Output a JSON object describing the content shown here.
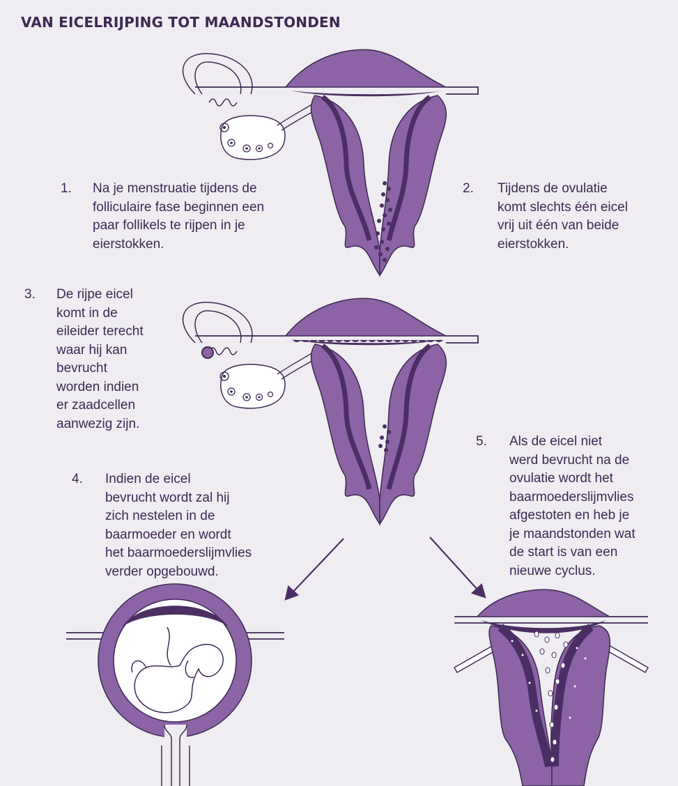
{
  "title": "VAN EICELRIJPING TOT MAANDSTONDEN",
  "colors": {
    "background": "#efedf1",
    "uterus_wall": "#8c64a6",
    "lining": "#4b2e63",
    "outline": "#3d2852",
    "text": "#3d2852"
  },
  "steps": [
    {
      "number": "1.",
      "lines": [
        "Na je menstruatie tijdens de",
        "folliculaire fase beginnen een",
        "paar follikels te rijpen in je",
        "eierstokken."
      ]
    },
    {
      "number": "2.",
      "lines": [
        "Tijdens de ovulatie",
        "komt slechts één eicel",
        "vrij uit één van beide",
        "eierstokken."
      ]
    },
    {
      "number": "3.",
      "lines": [
        "De rijpe eicel",
        "komt in de",
        "eileider terecht",
        "waar hij kan",
        "bevrucht",
        "worden indien",
        "er zaadcellen",
        "aanwezig zijn."
      ]
    },
    {
      "number": "4.",
      "lines": [
        "Indien de eicel",
        "bevrucht wordt zal hij",
        "zich nestelen in de",
        "baarmoeder en wordt",
        "het baarmoederslijmvlies",
        "verder opgebouwd."
      ]
    },
    {
      "number": "5.",
      "lines": [
        "Als de eicel niet",
        "werd bevrucht na de",
        "ovulatie wordt het",
        "baarmoederslijmvlies",
        "afgestoten en heb je",
        "je maandstonden wat",
        "de start is van een",
        "nieuwe cyclus."
      ]
    }
  ],
  "illustrations": [
    {
      "name": "uterus-follicles-ripening-illustration"
    },
    {
      "name": "uterus-ovulation-illustration"
    },
    {
      "name": "uterus-pregnancy-fetus-illustration"
    },
    {
      "name": "uterus-menstruation-illustration"
    }
  ]
}
